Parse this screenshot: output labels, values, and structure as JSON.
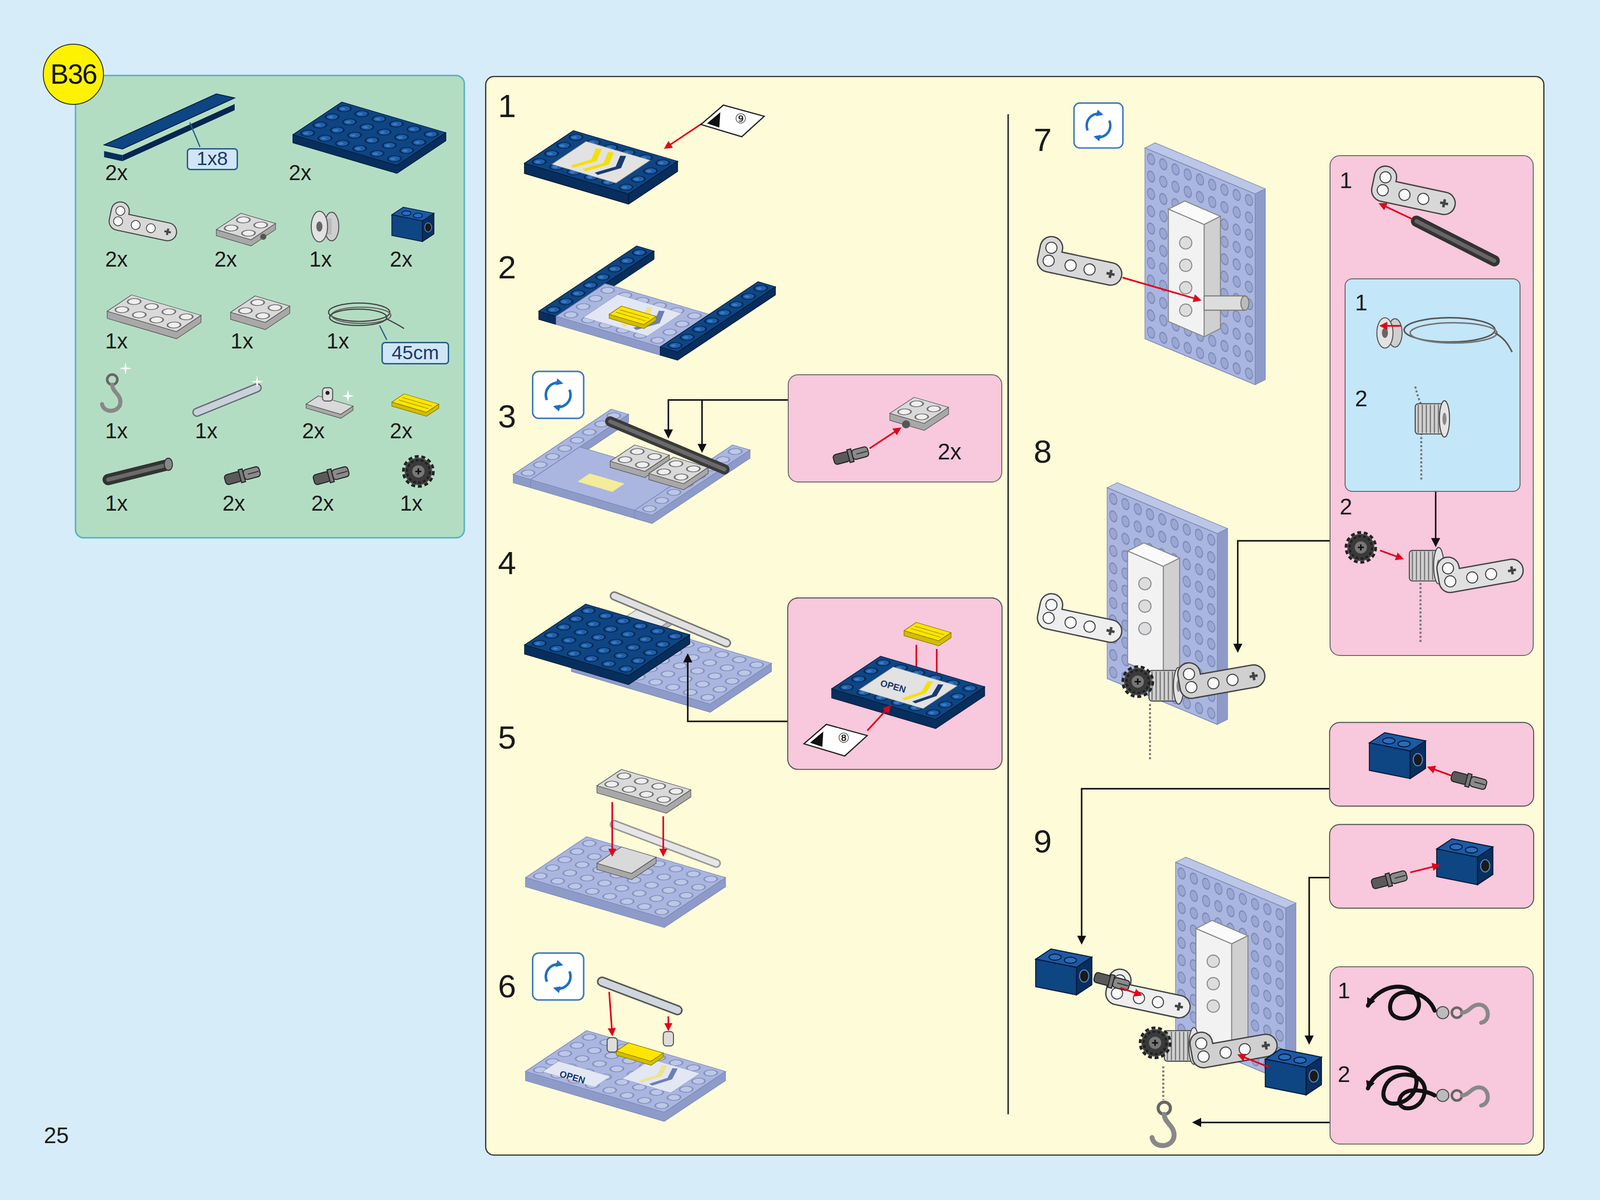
{
  "diagram": {
    "nodes": [
      {
        "text": [
          "B36"
        ]
      },
      {
        "text": [
          "1x8"
        ]
      },
      {
        "text": [
          "45cm"
        ]
      },
      {
        "text": [
          "2x"
        ]
      },
      {
        "text": [
          "1",
          "2"
        ]
      },
      {
        "text": [
          "1",
          "2"
        ],
        "in": 4
      },
      {
        "text": [
          "1",
          "2"
        ]
      },
      {
        "text": [
          "⑨"
        ]
      },
      {
        "text": [
          "⑧"
        ]
      }
    ],
    "labels": [
      "2x",
      "2x",
      "2x",
      "2x",
      "1x",
      "2x",
      "1x",
      "1x",
      "1x",
      "1x",
      "1x",
      "2x",
      "2x",
      "1x",
      "2x",
      "2x",
      "1x",
      "1",
      "2",
      "3",
      "4",
      "5",
      "6",
      "7",
      "8",
      "9",
      "25",
      "OPEN",
      "OPEN"
    ]
  }
}
